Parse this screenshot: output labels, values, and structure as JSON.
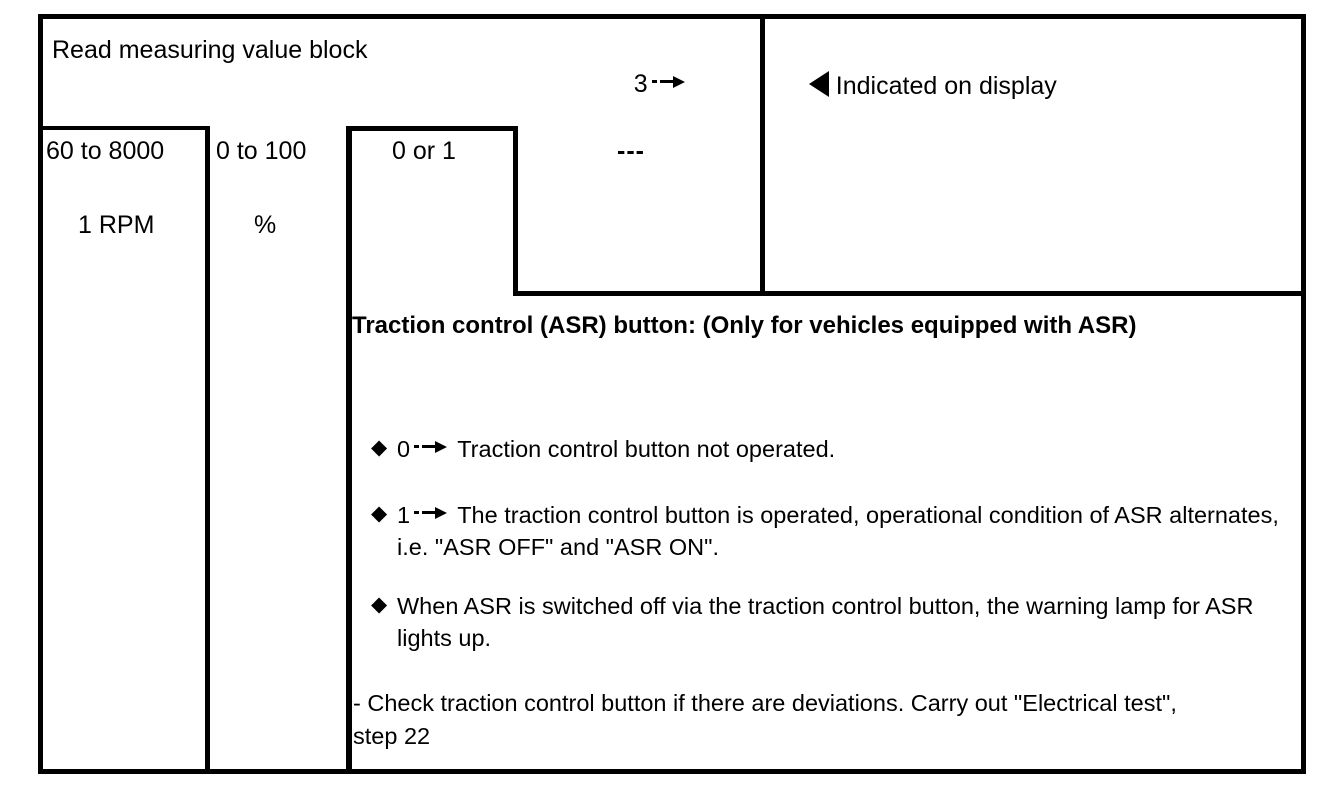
{
  "document": {
    "type": "automotive-service-manual-table",
    "title_row": {
      "label": "Read measuring value block",
      "display_group": "3",
      "display_group_icon": "right-arrow-icon",
      "right_marker_icon": "left-triangle-icon",
      "right_label": "Indicated on display"
    },
    "columns": [
      {
        "range": "60 to 8000",
        "unit": "1 RPM"
      },
      {
        "range": "0 to 100",
        "unit": "%"
      },
      {
        "range": "0 or 1",
        "unit": ""
      },
      {
        "range": "---",
        "unit": ""
      }
    ],
    "description": {
      "heading": "Traction control (ASR) button: (Only for vehicles equipped with ASR)",
      "bullets": [
        {
          "marker": "diamond-bullet-icon",
          "value": "0",
          "arrow_icon": "right-arrow-icon",
          "text": "Traction control button not operated."
        },
        {
          "marker": "diamond-bullet-icon",
          "value": "1",
          "arrow_icon": "right-arrow-icon",
          "text": "The traction control button is operated, operational condition of ASR alternates, i.e. \"ASR OFF\" and \"ASR ON\"."
        },
        {
          "marker": "diamond-bullet-icon",
          "value": "",
          "arrow_icon": "",
          "text": "When ASR is switched off via the traction control button, the warning lamp for ASR lights up."
        }
      ],
      "note": "- Check traction control button if there are deviations. Carry out \"Electrical test\", step 22"
    },
    "colors": {
      "ink": "#000000",
      "paper": "#ffffff"
    }
  }
}
